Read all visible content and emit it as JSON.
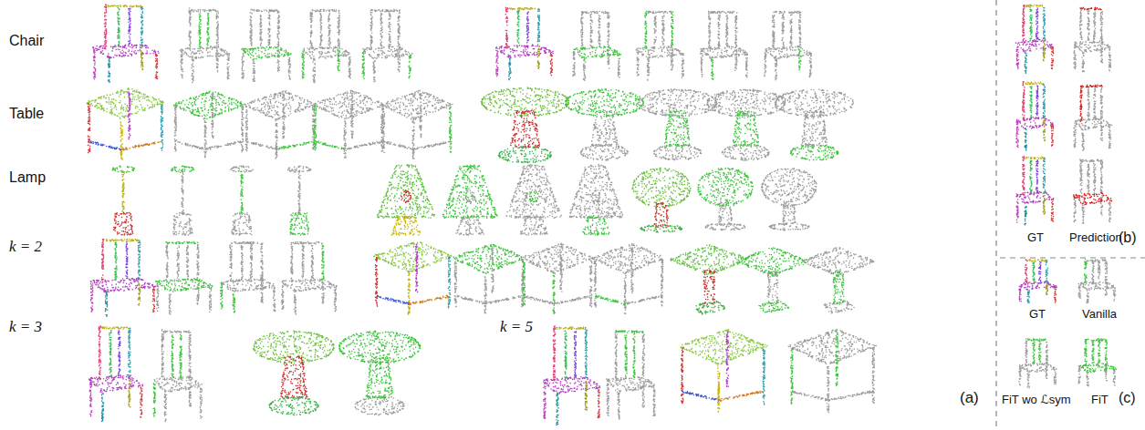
{
  "diagram": {
    "labels": [
      "Chair",
      "Table",
      "Lamp",
      "k = 2",
      "k = 3",
      "k = 5",
      "(a)",
      "GT",
      "Prediction",
      "(b)",
      "GT",
      "Vanilla",
      "FiT wo ℒsym",
      "FiT",
      "(c)"
    ]
  }
}
